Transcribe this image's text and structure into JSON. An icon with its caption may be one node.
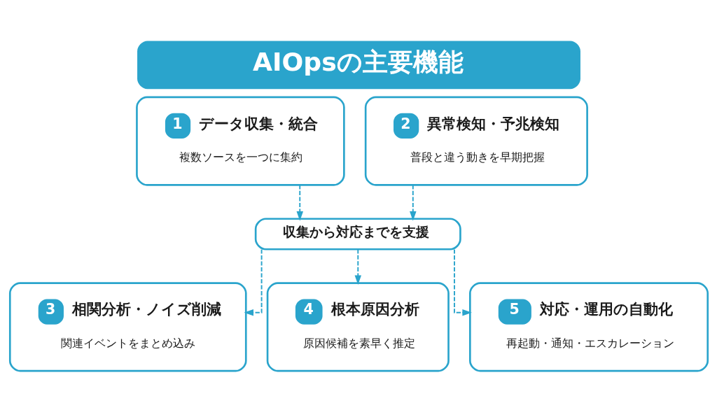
{
  "diagram": {
    "title": "AIOpsの主要機能",
    "nodes": [
      {
        "text": [
          "1",
          "データ収集・統合",
          "複数ソースを一つに集約"
        ]
      },
      {
        "text": [
          "2",
          "異常検知・予兆検知",
          "普段と違う動きを早期把握"
        ]
      },
      {
        "text": [
          "収集から対応までを支援"
        ]
      },
      {
        "text": [
          "3",
          "相関分析・ノイズ削減",
          "関連イベントをまとめ込み"
        ]
      },
      {
        "text": [
          "4",
          "根本原因分析",
          "原因候補を素早く推定"
        ]
      },
      {
        "text": [
          "5",
          "対応・運用の自動化",
          "再起動・通知・エスカレーション"
        ]
      }
    ],
    "edges": [
      {
        "from": 0,
        "to": 2,
        "arrow": "to",
        "style": "dashed"
      },
      {
        "from": 1,
        "to": 2,
        "arrow": "to",
        "style": "dashed"
      },
      {
        "from": 2,
        "to": 3,
        "arrow": "to",
        "style": "dashed"
      },
      {
        "from": 2,
        "to": 4,
        "arrow": "to",
        "style": "dashed"
      },
      {
        "from": 2,
        "to": 5,
        "arrow": "to",
        "style": "dashed"
      }
    ]
  }
}
